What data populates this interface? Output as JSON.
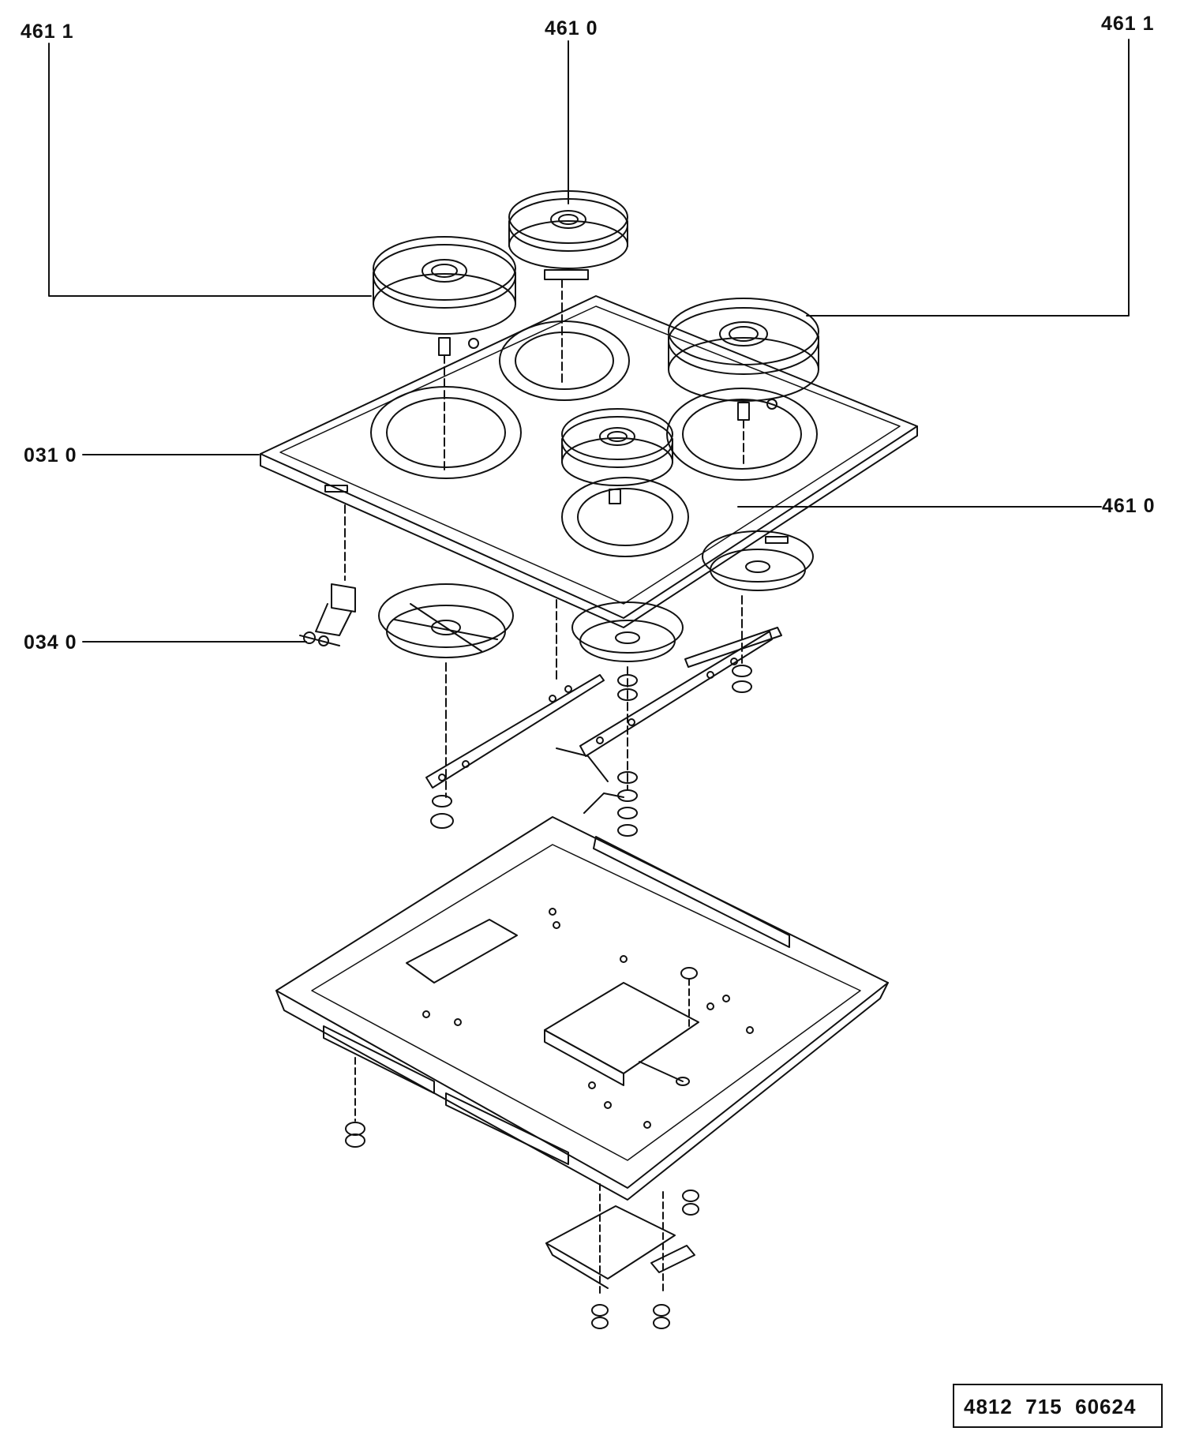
{
  "callouts": {
    "top_left": "461 1",
    "top_center": "461 0",
    "top_right": "461 1",
    "hob_plate": "031 0",
    "burner_right": "461 0",
    "clip": "034 0"
  },
  "document_number": "4812  715  60624",
  "colors": {
    "line": "#111111",
    "background": "#ffffff"
  }
}
